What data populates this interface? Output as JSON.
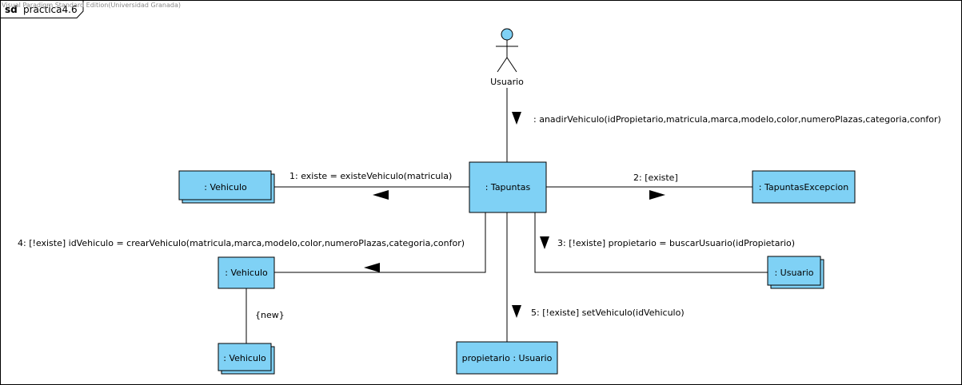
{
  "watermark": "Visual Paradigm Standard Edition(Universidad Granada)",
  "frame": {
    "keyword": "sd",
    "name": "practica4.6"
  },
  "actor": {
    "label": "Usuario"
  },
  "objects": {
    "tapuntas": ": Tapuntas",
    "vehiculo_multi": ": Vehiculo",
    "tapuntas_excepcion": ": TapuntasExcepcion",
    "vehiculo": ": Vehiculo",
    "usuario_multi": ": Usuario",
    "vehiculo_new": ": Vehiculo",
    "propietario": "propietario : Usuario"
  },
  "messages": {
    "m0": ": anadirVehiculo(idPropietario,matricula,marca,modelo,color,numeroPlazas,categoria,confor)",
    "m1": "1: existe = existeVehiculo(matricula)",
    "m2": "2: [existe]",
    "m3": "3: [!existe] propietario = buscarUsuario(idPropietario)",
    "m4": "4: [!existe] idVehiculo = crearVehiculo(matricula,marca,modelo,color,numeroPlazas,categoria,confor)",
    "m5": "5: [!existe] setVehiculo(idVehiculo)"
  },
  "constraint": "{new}",
  "colors": {
    "object_fill": "#7fd1f5",
    "line": "#000000"
  }
}
